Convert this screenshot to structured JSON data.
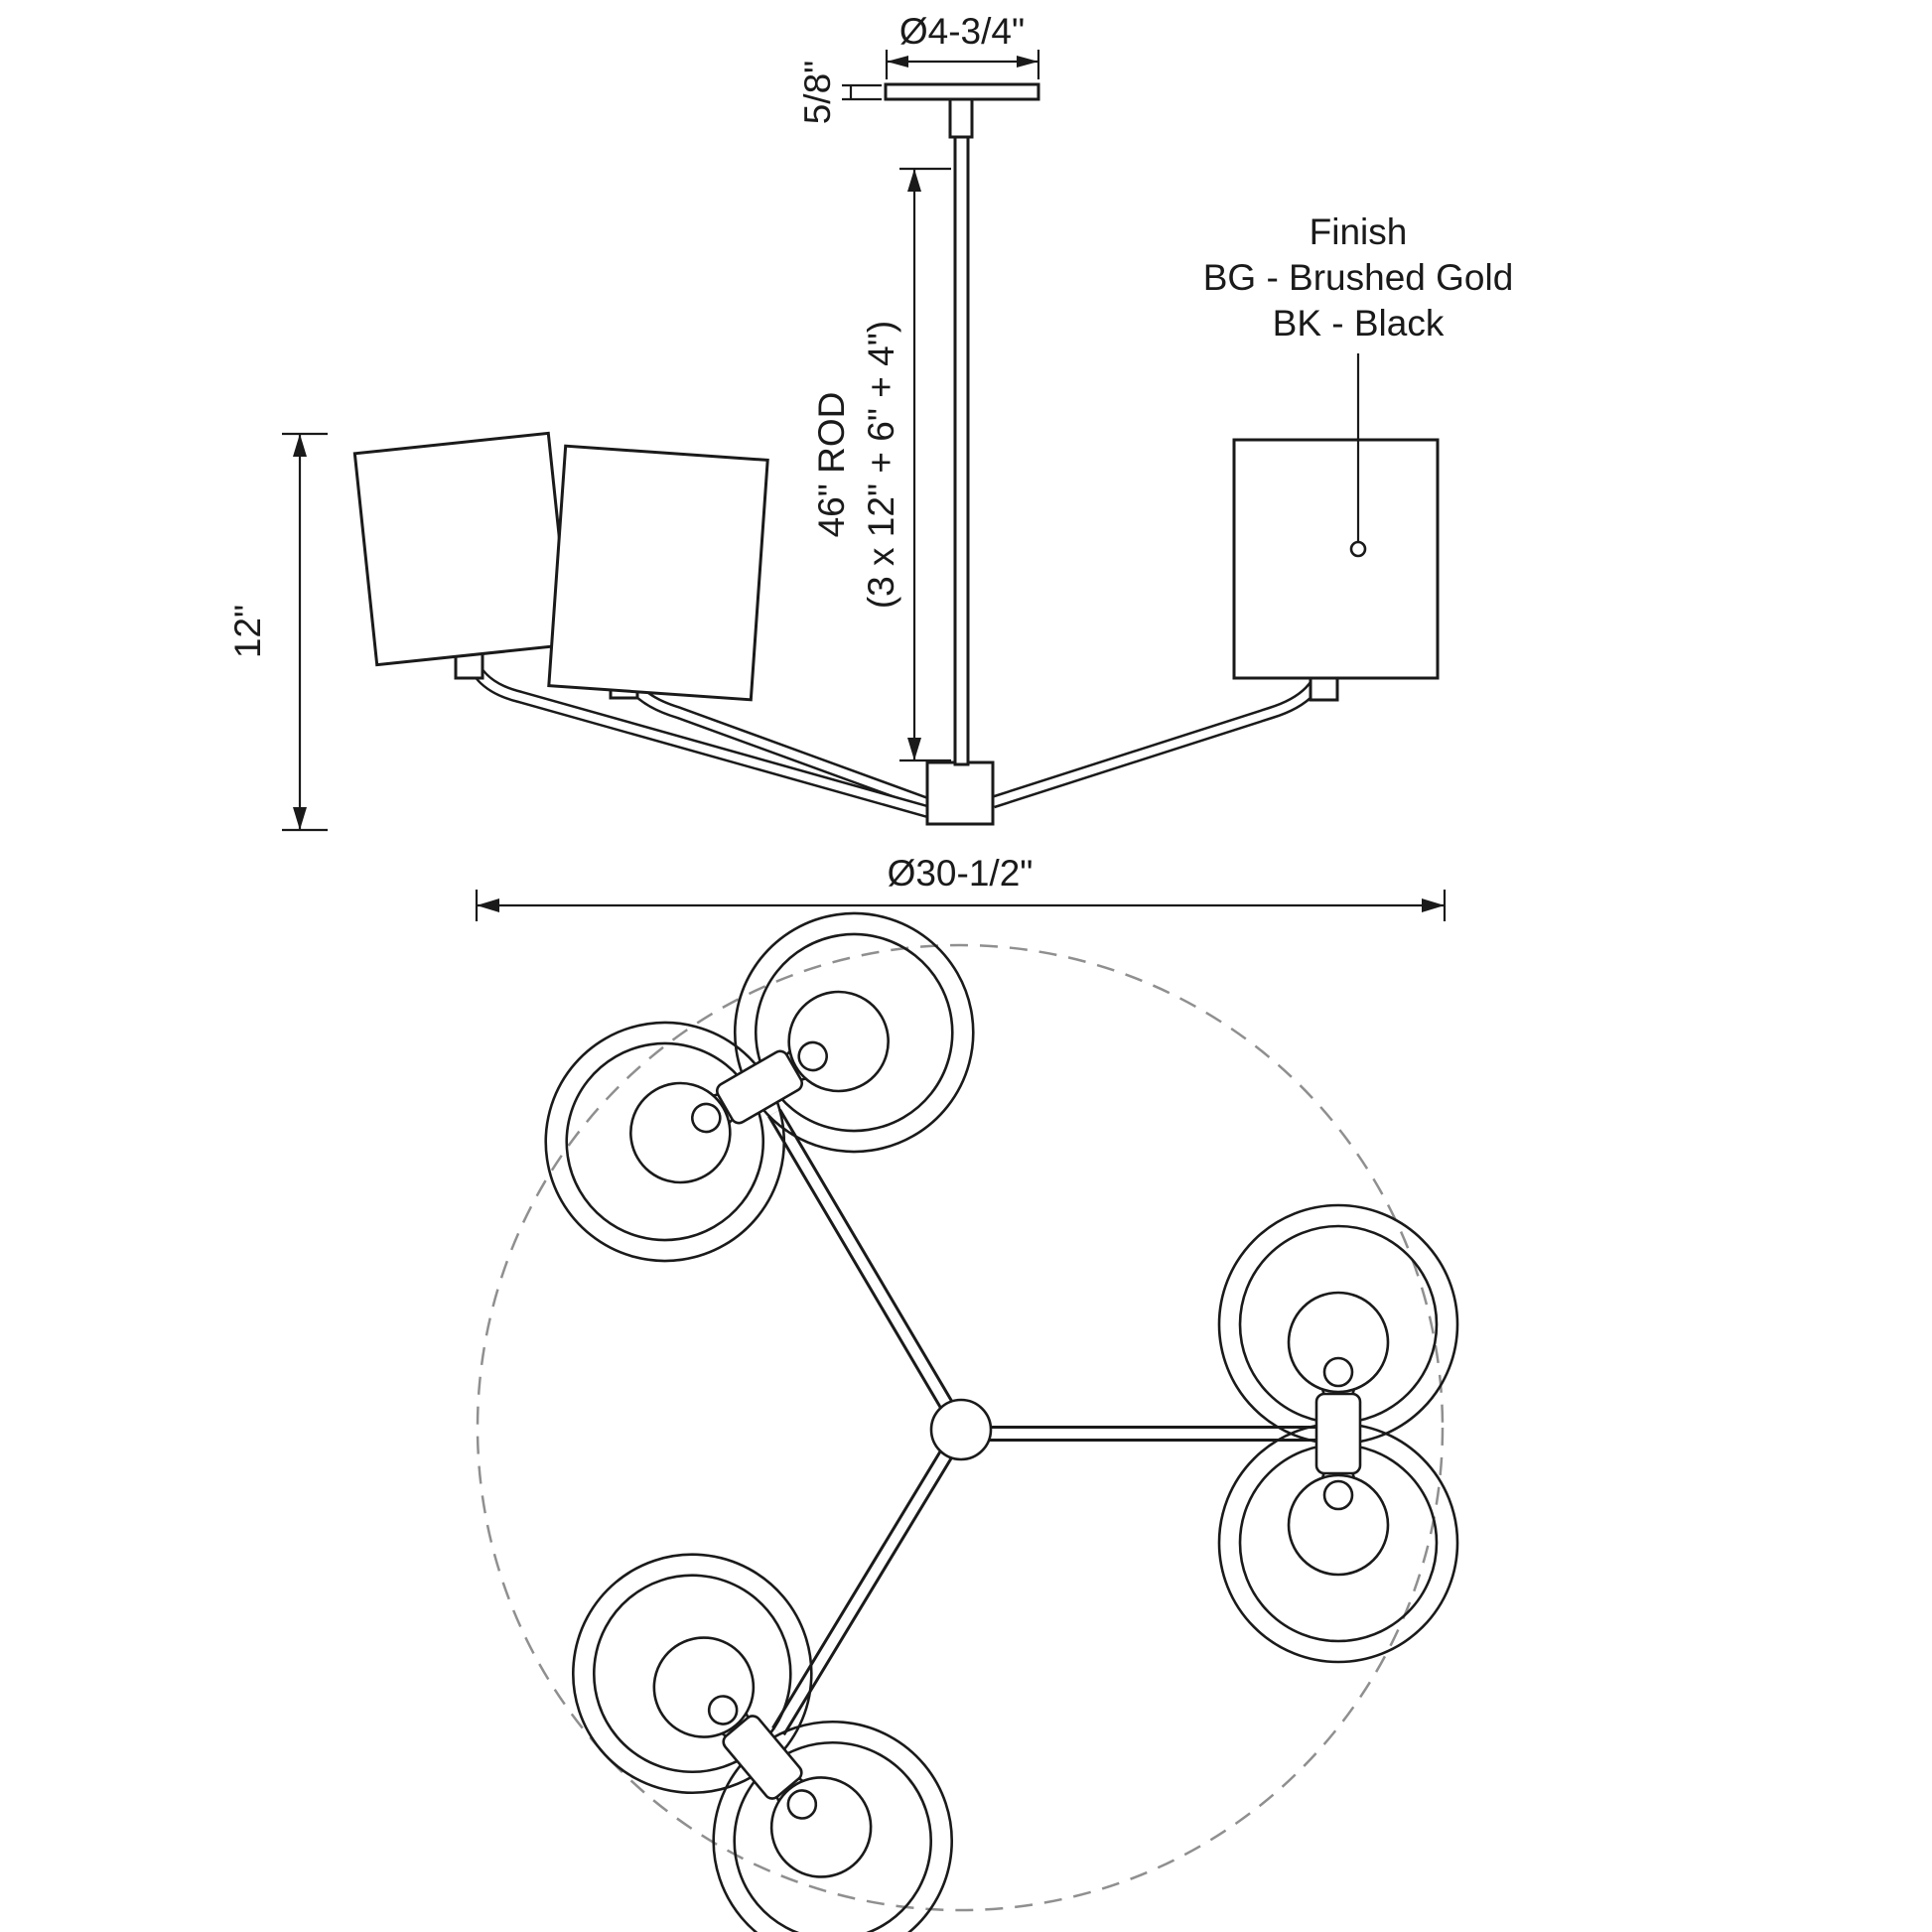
{
  "page": {
    "background": "#ffffff",
    "line_color": "#1a1a1a",
    "dashed_circle_color": "#8f8f8f"
  },
  "labels": {
    "canopy_diameter": "Ø4-3/4\"",
    "canopy_height": "5/8\"",
    "rod_length": "46\" ROD",
    "rod_breakdown": "(3 x 12\" + 6\" + 4\")",
    "shade_height": "12\"",
    "fixture_diameter": "Ø30-1/2\"",
    "finish": {
      "title": "Finish",
      "option_bg": "BG - Brushed Gold",
      "option_bk": "BK - Black"
    }
  }
}
